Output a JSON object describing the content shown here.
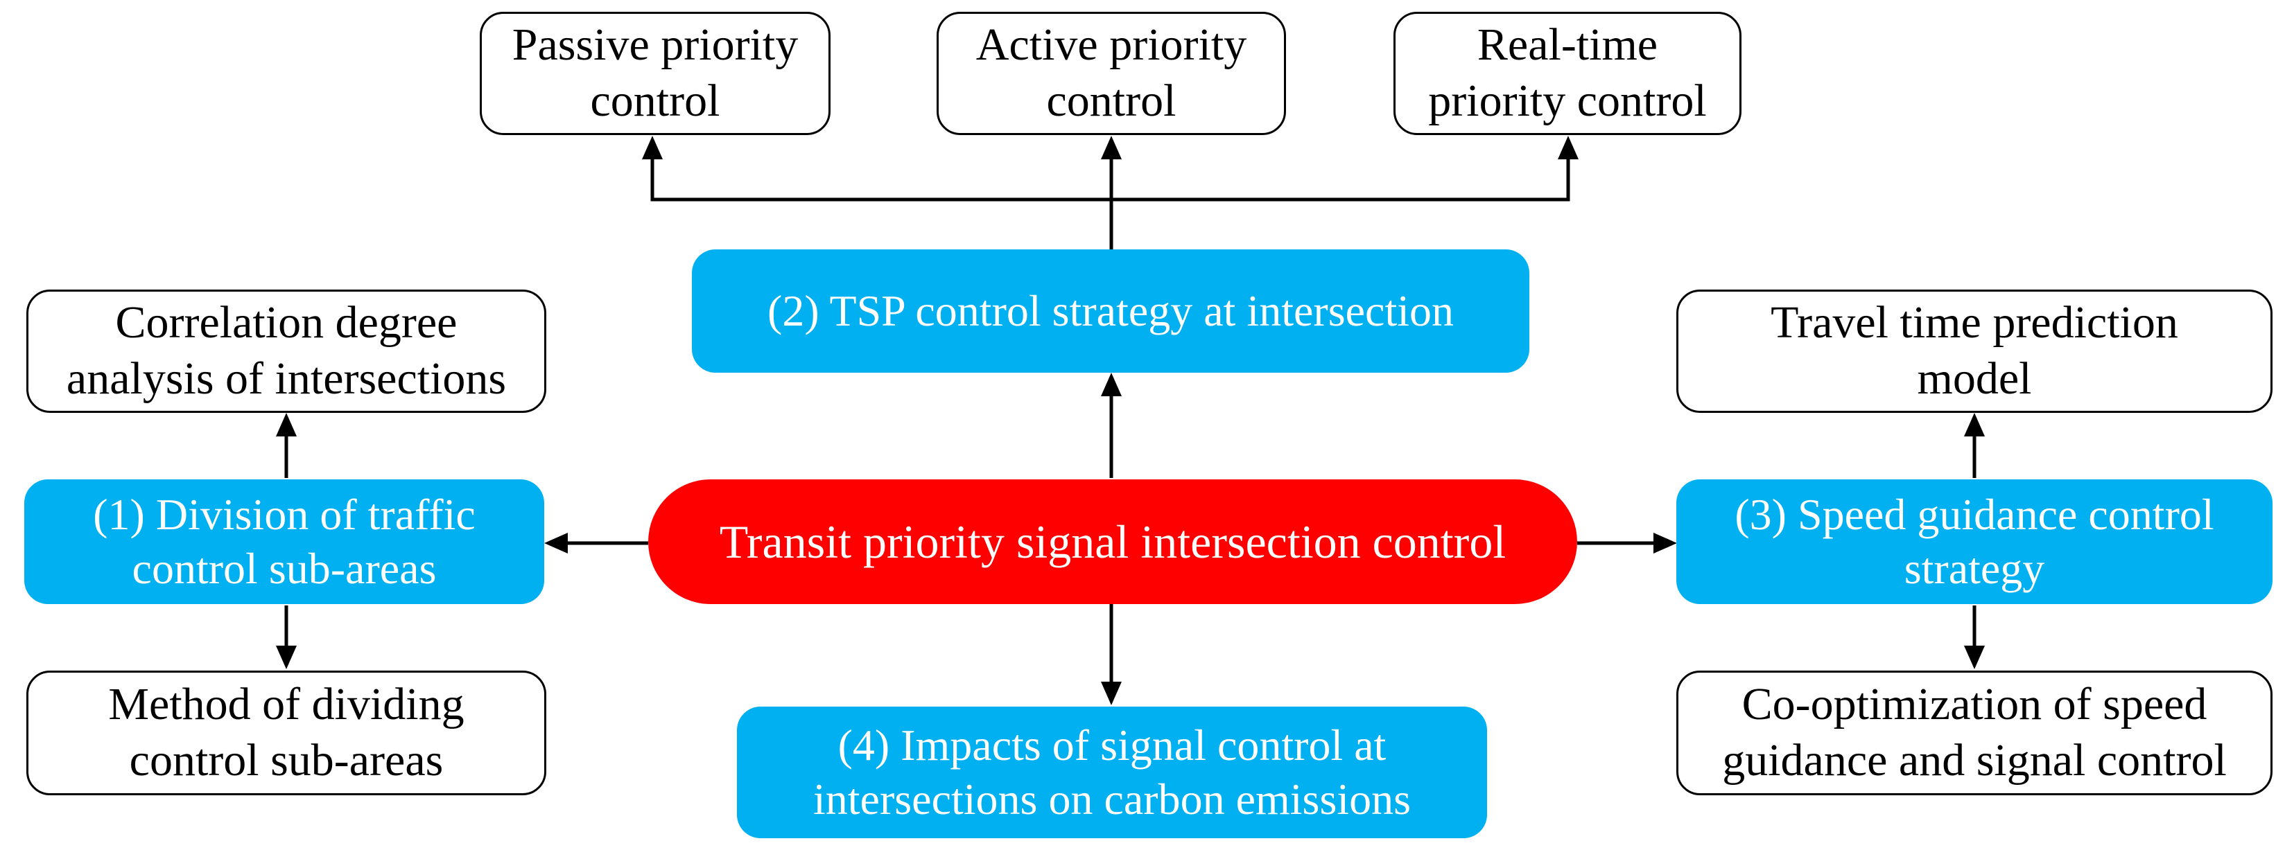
{
  "diagram": {
    "center": {
      "label": "Transit priority signal intersection control",
      "color": "#ff0000"
    },
    "colors": {
      "category": "#00b0f0",
      "leaf_border": "#000000",
      "arrow": "#000000"
    },
    "categories": [
      {
        "lines": [
          "(1) Division of traffic",
          "control sub-areas"
        ]
      },
      {
        "lines": [
          "(2) TSP control strategy at intersection"
        ]
      },
      {
        "lines": [
          "(3) Speed guidance control",
          "strategy"
        ]
      },
      {
        "lines": [
          "(4) Impacts of signal control at",
          "intersections on carbon emissions"
        ]
      }
    ],
    "leaves": [
      {
        "lines": [
          "Passive priority",
          "control"
        ]
      },
      {
        "lines": [
          "Active priority",
          "control"
        ]
      },
      {
        "lines": [
          "Real-time",
          "priority control"
        ]
      },
      {
        "lines": [
          "Correlation degree",
          "analysis of intersections"
        ]
      },
      {
        "lines": [
          "Method of dividing",
          "control sub-areas"
        ]
      },
      {
        "lines": [
          "Travel time prediction",
          "model"
        ]
      },
      {
        "lines": [
          "Co-optimization of speed",
          "guidance and signal control"
        ]
      }
    ]
  }
}
